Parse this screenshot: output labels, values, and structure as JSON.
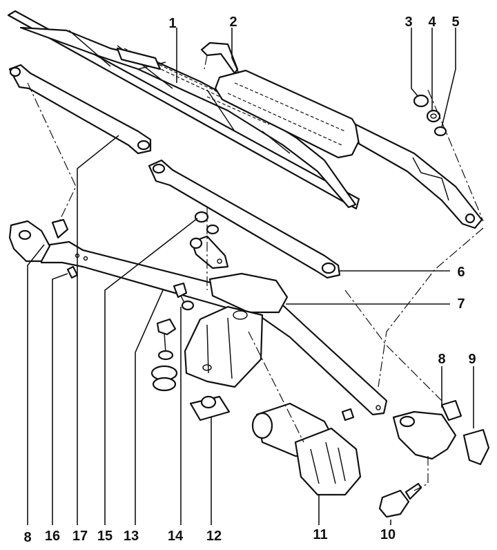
{
  "callouts": [
    "1",
    "2",
    "3",
    "4",
    "5",
    "6",
    "7",
    "8",
    "9",
    "10",
    "11",
    "12",
    "13",
    "14",
    "15",
    "16",
    "17",
    "8"
  ],
  "colors": {
    "ink": "#111111",
    "paper": "#ffffff"
  }
}
